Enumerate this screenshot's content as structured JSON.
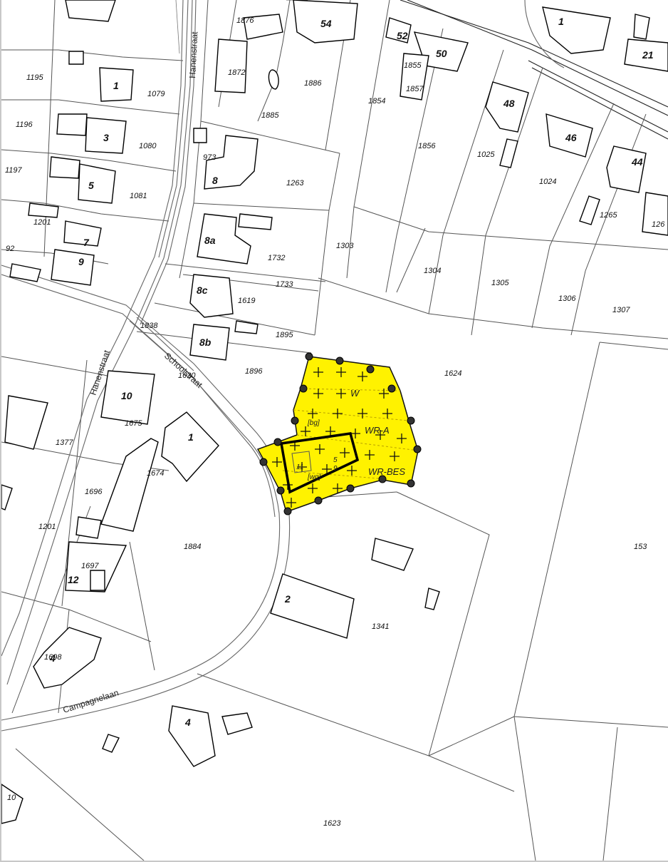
{
  "map": {
    "streets": {
      "hanenstraat_north": "Hanenstraat",
      "hanenstraat_south": "Hanenstraat",
      "schoolstraat": "Schoolstraat",
      "campagnelaan": "Campagnelaan"
    },
    "house_numbers": [
      "54",
      "52",
      "50",
      "1",
      "21",
      "48",
      "46",
      "44",
      "1",
      "3",
      "5",
      "7",
      "9",
      "8",
      "8a",
      "8c",
      "8b",
      "10",
      "1",
      "12",
      "2",
      "4",
      "4"
    ],
    "parcel_numbers": [
      "1876",
      "1872",
      "1886",
      "1855",
      "1857",
      "1854",
      "1195",
      "1079",
      "1196",
      "1080",
      "1885",
      "1856",
      "1025",
      "1024",
      "1197",
      "973",
      "1263",
      "1081",
      "1265",
      "1201",
      "1732",
      "1303",
      "1304",
      "1305",
      "1306",
      "1307",
      "1733",
      "1619",
      "1838",
      "1895",
      "1896",
      "1624",
      "1630",
      "1675",
      "1377",
      "1674",
      "1696",
      "1201",
      "1697",
      "1884",
      "1341",
      "153",
      "1698",
      "1623",
      "10",
      "92",
      "126"
    ],
    "zoning": {
      "w_label": "W",
      "wr_a_label": "WR-A",
      "wr_bes_label": "WR-BES",
      "bg_label": "[bg]",
      "wg_label": "[wg]",
      "height_5": "5",
      "height_9": "9",
      "house_11": "11"
    },
    "colors": {
      "plan_area_fill": "#fff200",
      "background": "#ffffff",
      "lines": "#555555"
    }
  }
}
